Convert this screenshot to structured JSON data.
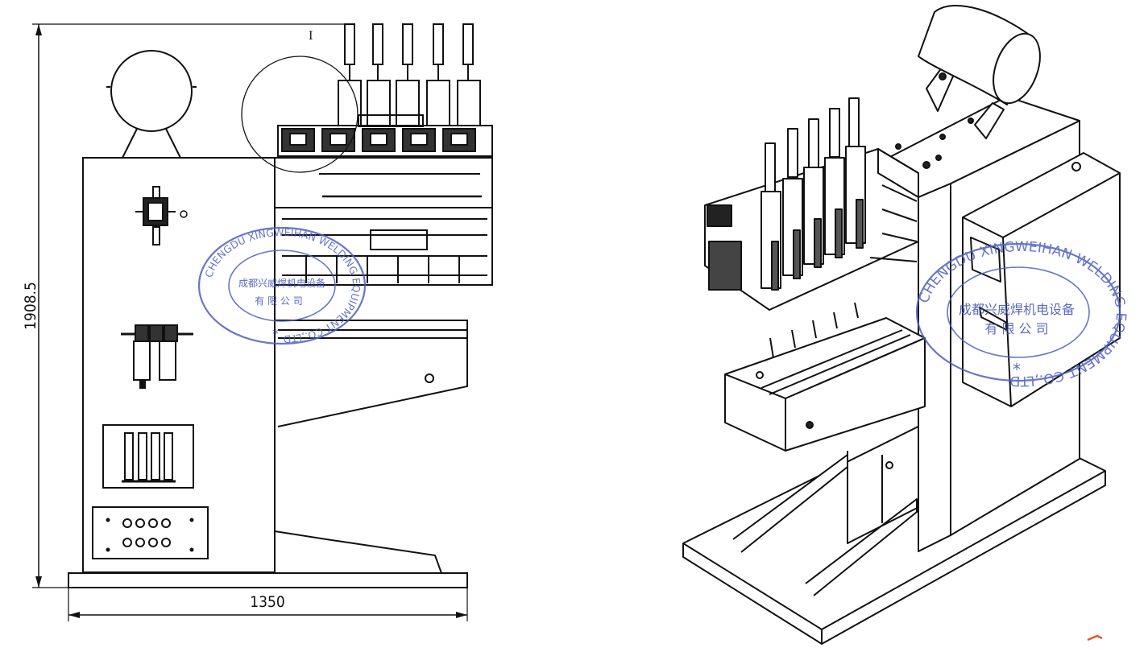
{
  "drawing": {
    "dimension_height": "1908.5",
    "dimension_width": "1350",
    "detail_label": "I"
  },
  "seal": {
    "ring_text": "CHENGDU XINGWEIHAN WELDING EQUIPMENT CO.,LTD",
    "cn_line1": "成都兴威焊机电设备",
    "cn_line2": "有 限 公 司",
    "star": "*"
  },
  "colors": {
    "line": "#111111",
    "seal": "#4d5fbf",
    "accent": "#e8542a"
  }
}
